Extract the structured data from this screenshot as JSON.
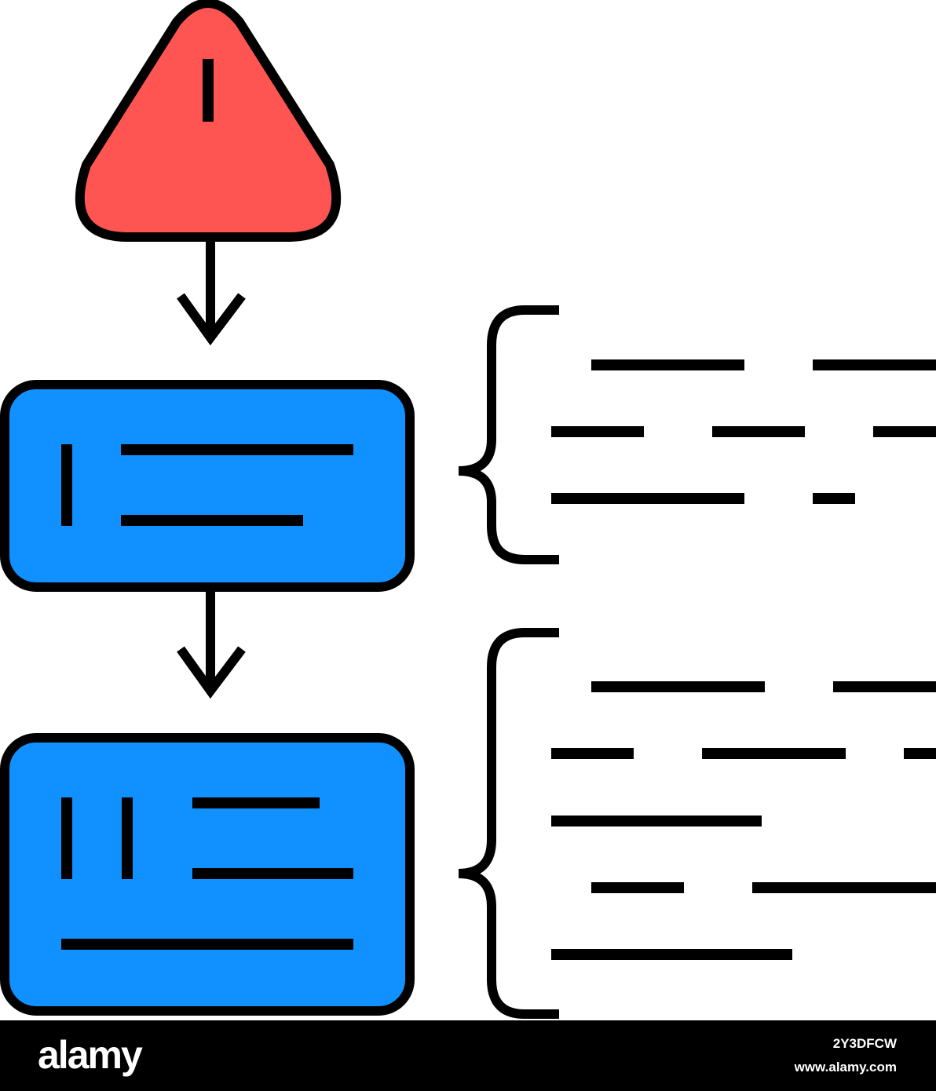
{
  "colors": {
    "warning": "#ff5552",
    "process": "#1190ff",
    "stroke": "#000000",
    "background": "#ffffff",
    "footer": "#000000"
  },
  "icons": {
    "top_node": "warning-triangle-icon",
    "connector": "down-arrow-icon",
    "grouping": "curly-brace-icon"
  },
  "footer": {
    "brand": "alamy",
    "image_id": "2Y3DFCW",
    "site": "www.alamy.com"
  }
}
